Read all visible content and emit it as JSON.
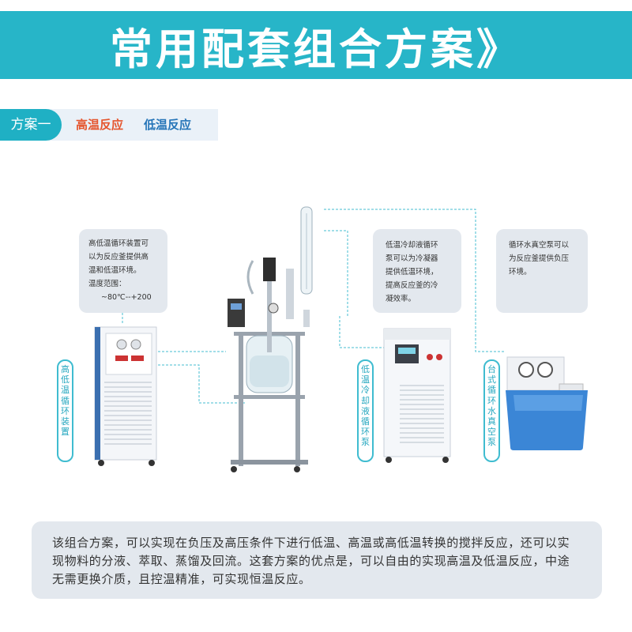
{
  "banner": {
    "title": "常用配套组合方案》"
  },
  "scheme": {
    "name": "方案一",
    "hot": "高温反应",
    "cold": "低温反应"
  },
  "notes": {
    "heater": {
      "lines": [
        "高低温循环装置可",
        "以为反应釜提供高",
        "温和低温环境。",
        "温度范围：",
        "~80℃--+200"
      ]
    },
    "chiller": {
      "lines": [
        "低温冷却液循环",
        "泵可以为冷凝器",
        "提供低温环境，",
        "提高反应釜的冷",
        "凝效率。"
      ]
    },
    "pump": {
      "lines": [
        "循环水真空泵可以",
        "为反应釜提供负压",
        "环境。"
      ]
    }
  },
  "labels": {
    "heater": "高低温循环装置",
    "chiller": "低温冷却液循环泵",
    "pump": "台式循环水真空泵"
  },
  "description": "该组合方案，可以实现在负压及高压条件下进行低温、高温或高低温转换的搅拌反应，还可以实现物料的分液、萃取、蒸馏及回流。这套方案的优点是，可以自由的实现高温及低温反应，中途无需更换介质，且控温精准，可实现恒温反应。",
  "colors": {
    "banner": "#27b5c8",
    "accent": "#1fb0c4",
    "hot": "#e5542c",
    "cold": "#2474b8",
    "note_bg": "#e3e8ee",
    "pump_tank": "#3b86d6"
  }
}
